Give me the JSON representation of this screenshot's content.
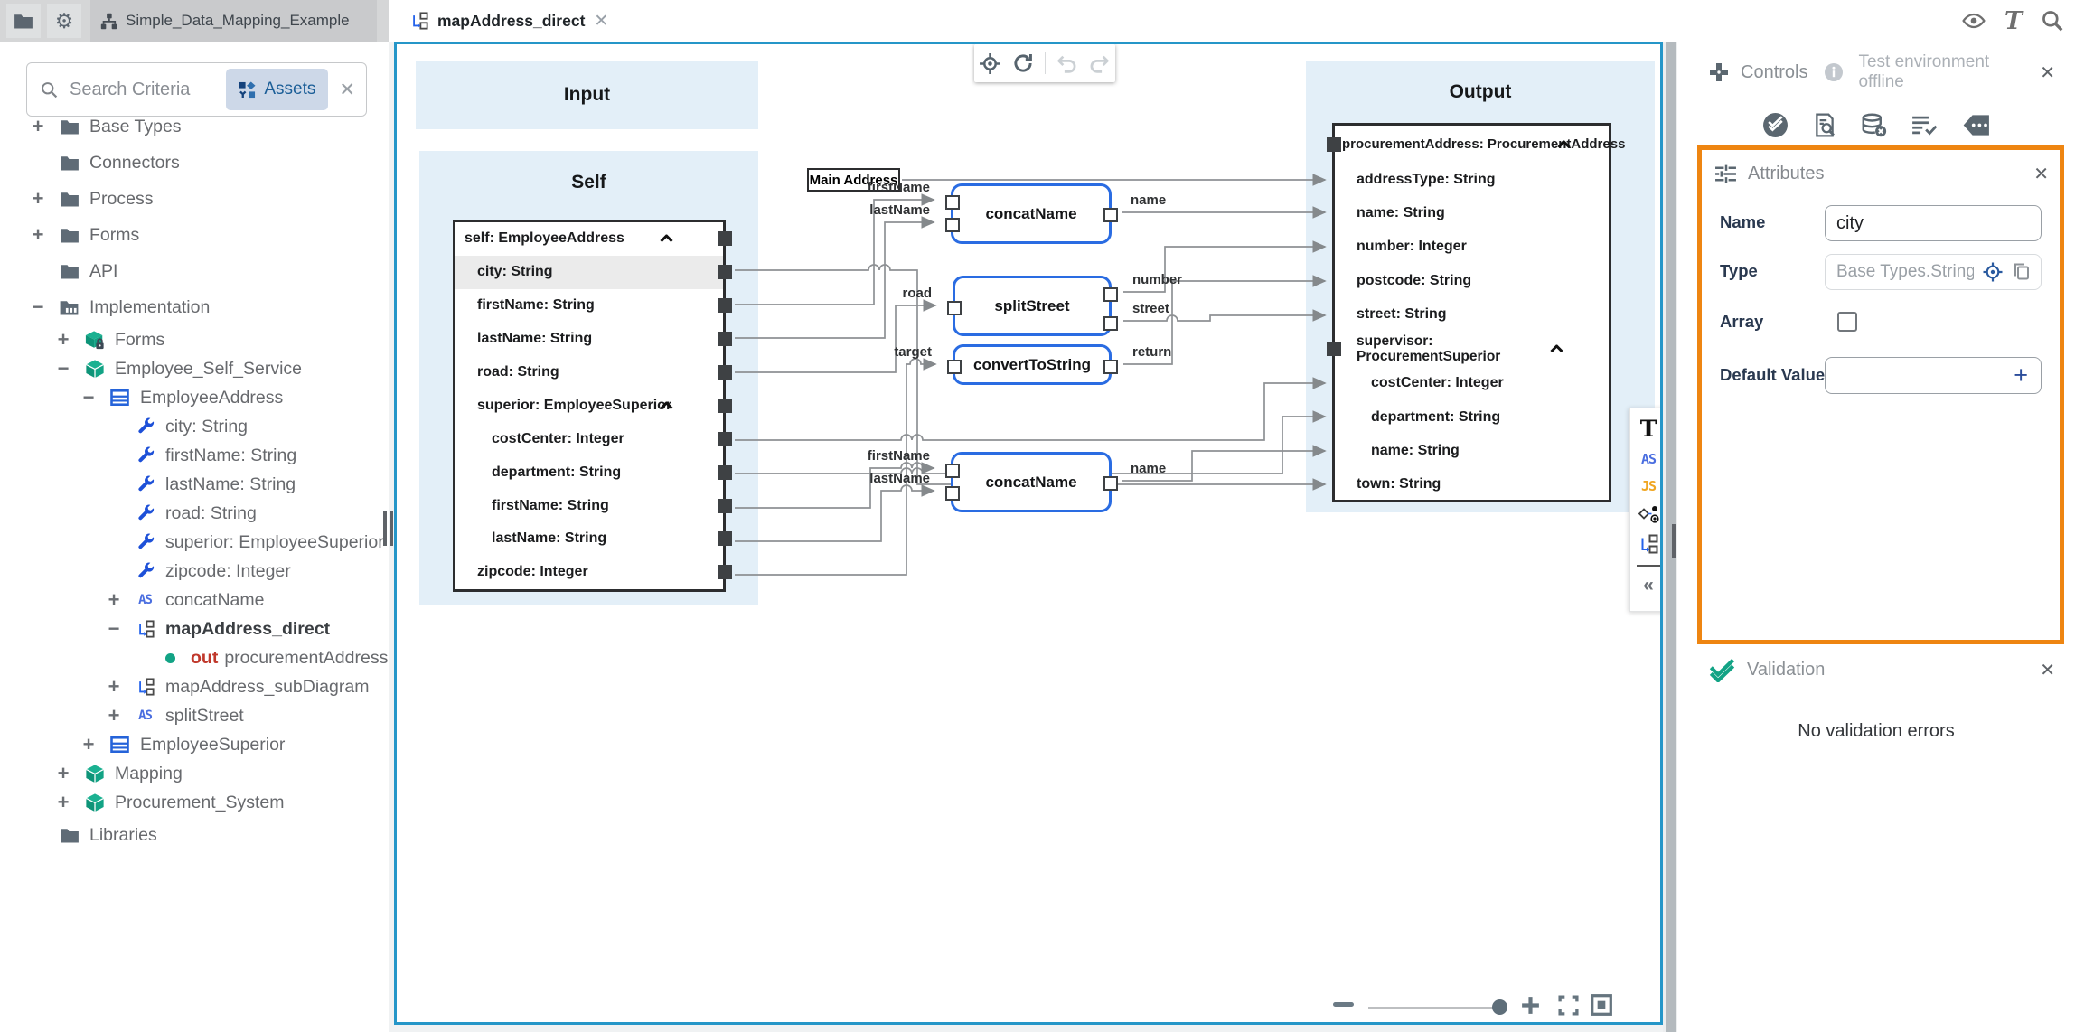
{
  "topbar": {
    "project_tab": "Simple_Data_Mapping_Example",
    "active_tab": "mapAddress_direct"
  },
  "sidebar": {
    "search_placeholder": "Search Criteria",
    "assets_chip": "Assets",
    "tree": [
      {
        "label": "Base Types",
        "icon": "folder",
        "toggle": "plus",
        "depth": 0
      },
      {
        "label": "Connectors",
        "icon": "folder",
        "toggle": null,
        "depth": 0
      },
      {
        "label": "Process",
        "icon": "folder",
        "toggle": "plus",
        "depth": 0
      },
      {
        "label": "Forms",
        "icon": "folder",
        "toggle": "plus",
        "depth": 0
      },
      {
        "label": "API",
        "icon": "folder",
        "toggle": null,
        "depth": 0
      },
      {
        "label": "Implementation",
        "icon": "folder-open",
        "toggle": "minus",
        "depth": 0
      },
      {
        "label": "Forms",
        "icon": "cube-lock",
        "toggle": "plus",
        "depth": 1
      },
      {
        "label": "Employee_Self_Service",
        "icon": "cube",
        "toggle": "minus",
        "depth": 1
      },
      {
        "label": "EmployeeAddress",
        "icon": "table",
        "toggle": "minus",
        "depth": 2
      },
      {
        "label": "city: String",
        "icon": "wrench",
        "toggle": null,
        "depth": 3
      },
      {
        "label": "firstName: String",
        "icon": "wrench",
        "toggle": null,
        "depth": 3
      },
      {
        "label": "lastName: String",
        "icon": "wrench",
        "toggle": null,
        "depth": 3
      },
      {
        "label": "road: String",
        "icon": "wrench",
        "toggle": null,
        "depth": 3
      },
      {
        "label": "superior: EmployeeSuperior",
        "icon": "wrench",
        "toggle": null,
        "depth": 3
      },
      {
        "label": "zipcode: Integer",
        "icon": "wrench",
        "toggle": null,
        "depth": 3
      },
      {
        "label": "concatName",
        "icon": "as",
        "toggle": "plus",
        "depth": 3
      },
      {
        "label": "mapAddress_direct",
        "icon": "diagram",
        "toggle": "minus",
        "depth": 3,
        "bold": true
      },
      {
        "label": "procurementAddress: Pr",
        "icon": "dot",
        "toggle": null,
        "depth": 4,
        "pre": "out"
      },
      {
        "label": "mapAddress_subDiagram",
        "icon": "diagram",
        "toggle": "plus",
        "depth": 3
      },
      {
        "label": "splitStreet",
        "icon": "as",
        "toggle": "plus",
        "depth": 3
      },
      {
        "label": "EmployeeSuperior",
        "icon": "table",
        "toggle": "plus",
        "depth": 2
      },
      {
        "label": "Mapping",
        "icon": "cube",
        "toggle": "plus",
        "depth": 1
      },
      {
        "label": "Procurement_System",
        "icon": "cube",
        "toggle": "plus",
        "depth": 1
      },
      {
        "label": "Libraries",
        "icon": "folder",
        "toggle": null,
        "depth": 0
      }
    ]
  },
  "canvas": {
    "regions": {
      "input": "Input",
      "self": "Self",
      "output": "Output"
    },
    "main_address_label": "Main Address",
    "self_table": {
      "header": "self: EmployeeAddress",
      "rows": [
        {
          "label": "city: String",
          "selected": true
        },
        {
          "label": "firstName: String"
        },
        {
          "label": "lastName: String"
        },
        {
          "label": "road: String"
        },
        {
          "label": "superior: EmployeeSuperior",
          "caret": true
        },
        {
          "label": "costCenter: Integer",
          "sub": true
        },
        {
          "label": "department: String",
          "sub": true
        },
        {
          "label": "firstName: String",
          "sub": true
        },
        {
          "label": "lastName: String",
          "sub": true
        },
        {
          "label": "zipcode: Integer"
        }
      ]
    },
    "output_table": {
      "header": "procurementAddress: ProcurementAddress",
      "rows": [
        {
          "label": "addressType: String"
        },
        {
          "label": "name: String"
        },
        {
          "label": "number: Integer"
        },
        {
          "label": "postcode: String"
        },
        {
          "label": "street: String"
        },
        {
          "label": "supervisor: ProcurementSuperior",
          "caret": true,
          "port": true,
          "wrap": true
        },
        {
          "label": "costCenter: Integer",
          "sub": true
        },
        {
          "label": "department: String",
          "sub": true
        },
        {
          "label": "name: String",
          "sub": true
        },
        {
          "label": "town: String"
        }
      ]
    },
    "nodes": [
      {
        "name": "concatName",
        "inputs": [
          "firstName",
          "lastName"
        ],
        "outputs": [
          "name"
        ]
      },
      {
        "name": "splitStreet",
        "inputs": [
          "road"
        ],
        "outputs": [
          "number",
          "street"
        ]
      },
      {
        "name": "convertToString",
        "inputs": [
          "target"
        ],
        "outputs": [
          "return"
        ]
      },
      {
        "name": "concatName",
        "inputs": [
          "firstName",
          "lastName"
        ],
        "outputs": [
          "name"
        ]
      }
    ]
  },
  "right_panel": {
    "controls": {
      "title": "Controls",
      "status": "Test environment offline",
      "icon_names": [
        "approve-check-circle-icon",
        "document-search-icon",
        "database-clear-icon",
        "log-list-icon",
        "tag-more-icon"
      ]
    },
    "attributes": {
      "title": "Attributes",
      "name_label": "Name",
      "name_value": "city",
      "type_label": "Type",
      "type_value": "Base Types.String",
      "array_label": "Array",
      "array_checked": false,
      "default_label": "Default Value"
    },
    "validation": {
      "title": "Validation",
      "message": "No validation errors"
    }
  },
  "palette_icon_names": [
    "text-tool-icon",
    "as-script-icon",
    "js-script-icon",
    "decision-node-icon",
    "diagram-node-icon",
    "collapse-panel-icon"
  ],
  "colors": {
    "canvas_border": "#2596c8",
    "node_border": "#2a6ce2",
    "attribute_highlight": "#ee8511",
    "region_fill": "#e3eff8",
    "asset_green": "#12a385",
    "out_red": "#c0382b",
    "blue_icon": "#1d50d8"
  }
}
